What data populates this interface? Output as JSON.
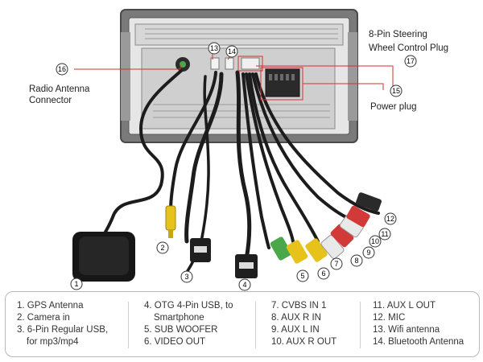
{
  "callouts": {
    "steering_line1": "8-Pin Steering",
    "steering_line2": "Wheel Control Plug",
    "radio_line1": "Radio Antenna",
    "radio_line2": "Connector",
    "power": "Power plug"
  },
  "markers": [
    "1",
    "2",
    "3",
    "4",
    "5",
    "6",
    "7",
    "8",
    "9",
    "10",
    "11",
    "12",
    "13",
    "14",
    "15",
    "16",
    "17"
  ],
  "legend": {
    "col1": [
      "1. GPS Antenna",
      "2. Camera in",
      "3. 6-Pin Regular USB,",
      "   for mp3/mp4"
    ],
    "col2": [
      "4. OTG 4-Pin USB, to",
      "   Smartphone",
      "5. SUB WOOFER",
      "6. VIDEO OUT"
    ],
    "col3": [
      "7. CVBS IN 1",
      "8. AUX R IN",
      "9. AUX L IN",
      "10. AUX R OUT"
    ],
    "col4": [
      "11. AUX L OUT",
      "12. MIC",
      "13. Wifi antenna",
      "14. Bluetooth Antenna"
    ]
  },
  "colors": {
    "callout_line": "#d0312d",
    "unit_frame": "#6e6e6e",
    "cable": "#1c1c1c",
    "yellow_rca": "#e6c21a",
    "red_rca": "#d23a3a",
    "white_rca": "#e9e9e9",
    "green_rca": "#4aa84a"
  }
}
